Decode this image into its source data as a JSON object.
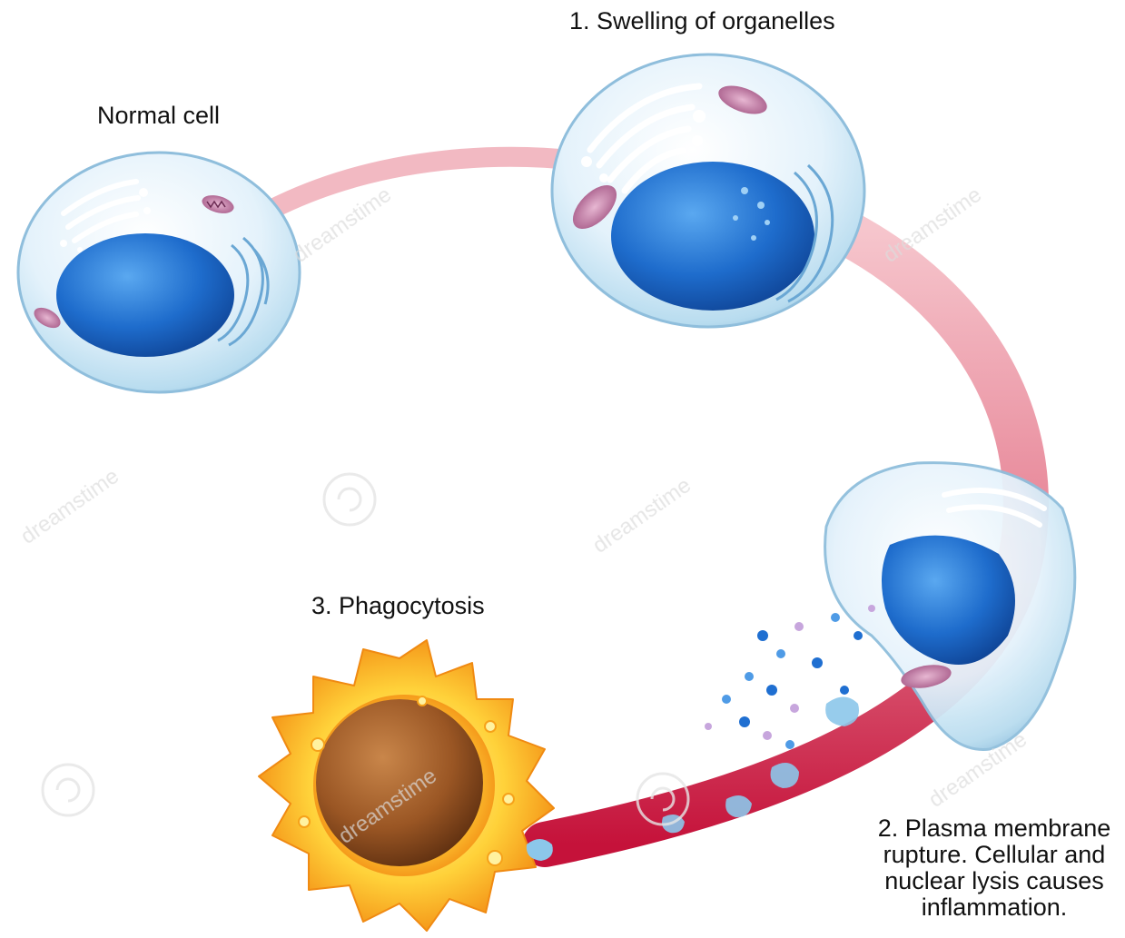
{
  "labels": {
    "normal_cell": "Normal cell",
    "swelling": "1. Swelling of organelles",
    "rupture": "2. Plasma membrane rupture. Cellular and nuclear lysis causes inflammation.",
    "phagocytosis": "3. Phagocytosis"
  },
  "watermark": "dreamstime",
  "colors": {
    "arc_pink": "#f2b9c2",
    "arc_red": "#c8173a",
    "nucleus": "#1d64c4",
    "membrane": "#a9cfe6",
    "phagocyte": "#f7a51d",
    "phagocyte_nucleus": "#8f4f1f",
    "mitochondrion": "#c87fa9"
  }
}
